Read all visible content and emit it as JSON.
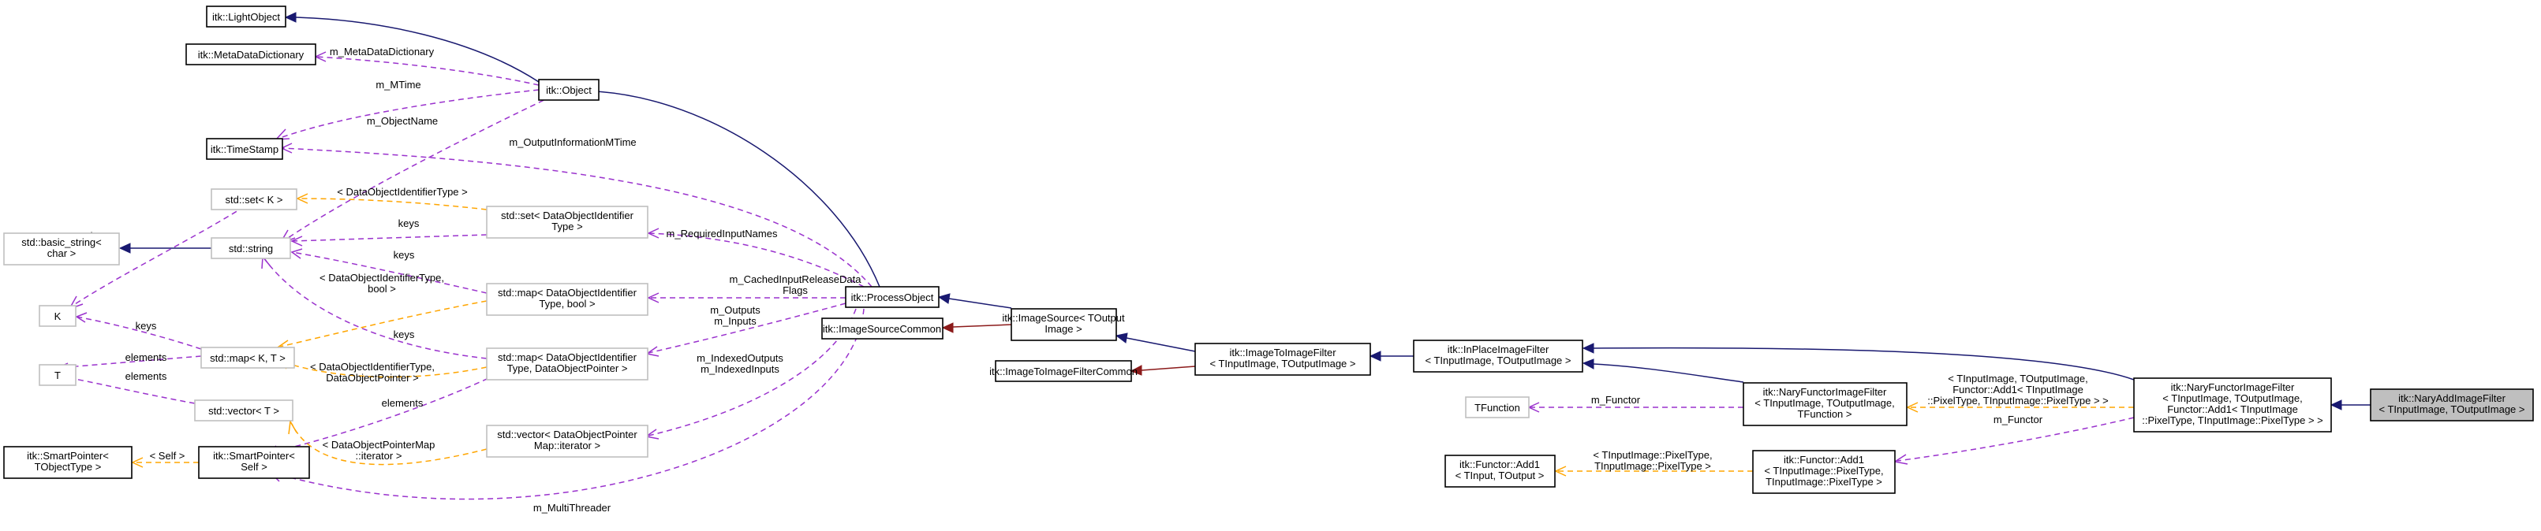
{
  "nodes": {
    "light_object": [
      "itk::LightObject"
    ],
    "metadata_dictionary": [
      "itk::MetaDataDictionary"
    ],
    "object": [
      "itk::Object"
    ],
    "time_stamp": [
      "itk::TimeStamp"
    ],
    "std_set_k": [
      "std::set< K >"
    ],
    "basic_string": [
      "std::basic_string<",
      "char >"
    ],
    "std_string": [
      "std::string"
    ],
    "k": [
      "K"
    ],
    "t": [
      "T"
    ],
    "std_map_kt": [
      "std::map< K, T >"
    ],
    "std_vector_t": [
      "std::vector< T >"
    ],
    "smart_pointer_tobject": [
      "itk::SmartPointer<",
      "TObjectType >"
    ],
    "smart_pointer_self": [
      "itk::SmartPointer<",
      "Self >"
    ],
    "std_set_dataobject": [
      "std::set< DataObjectIdentifier",
      "Type >"
    ],
    "std_map_bool": [
      "std::map< DataObjectIdentifier",
      "Type, bool >"
    ],
    "std_map_pointer": [
      "std::map< DataObjectIdentifier",
      "Type, DataObjectPointer >"
    ],
    "std_vector_iterator": [
      "std::vector< DataObjectPointer",
      "Map::iterator >"
    ],
    "process_object": [
      "itk::ProcessObject"
    ],
    "image_source_common": [
      "itk::ImageSourceCommon"
    ],
    "image_source": [
      "itk::ImageSource< TOutput",
      "Image >"
    ],
    "image_to_image_filter_common": [
      "itk::ImageToImageFilterCommon"
    ],
    "image_to_image_filter": [
      "itk::ImageToImageFilter",
      "< TInputImage, TOutputImage >"
    ],
    "inplace_image_filter": [
      "itk::InPlaceImageFilter",
      "< TInputImage, TOutputImage >"
    ],
    "tfunction": [
      "TFunction"
    ],
    "nary_functor_generic": [
      "itk::NaryFunctorImageFilter",
      "< TInputImage, TOutputImage,",
      "TFunction >"
    ],
    "functor_add1_generic": [
      "itk::Functor::Add1",
      "< TInput, TOutput >"
    ],
    "functor_add1_pixel": [
      "itk::Functor::Add1",
      "< TInputImage::PixelType,",
      "TInputImage::PixelType >"
    ],
    "nary_functor_add1": [
      "itk::NaryFunctorImageFilter",
      "< TInputImage, TOutputImage,",
      "Functor::Add1< TInputImage",
      "::PixelType, TInputImage::PixelType > >"
    ],
    "nary_add_image_filter": [
      "itk::NaryAddImageFilter",
      "< TInputImage, TOutputImage >"
    ]
  },
  "edge_labels": {
    "metadata_dictionary": [
      "m_MetaDataDictionary"
    ],
    "mtime": [
      "m_MTime"
    ],
    "object_name": [
      "m_ObjectName"
    ],
    "output_information_mtime": [
      "m_OutputInformationMTime"
    ],
    "tmpl_set": [
      "< DataObjectIdentifierType >"
    ],
    "keys_set": [
      "keys"
    ],
    "keys_map_bool": [
      "keys"
    ],
    "keys_map_pointer": [
      "keys"
    ],
    "keys_k": [
      "keys"
    ],
    "keys_map_kt": [
      "keys"
    ],
    "elements_map_kt": [
      "elements"
    ],
    "elements_vector": [
      "elements"
    ],
    "elements_smart": [
      "elements"
    ],
    "tmpl_map_bool": [
      "< DataObjectIdentifierType,",
      "bool >"
    ],
    "tmpl_map_pointer": [
      "< DataObjectIdentifierType,",
      "DataObjectPointer >"
    ],
    "tmpl_vector_iterator": [
      "< DataObjectPointerMap",
      "::iterator >"
    ],
    "tmpl_self": [
      "< Self >"
    ],
    "required_input_names": [
      "m_RequiredInputNames"
    ],
    "cached_input": [
      "m_CachedInputReleaseData",
      "Flags"
    ],
    "outputs_inputs": [
      "m_Outputs",
      "m_Inputs"
    ],
    "indexed": [
      "m_IndexedOutputs",
      "m_IndexedInputs"
    ],
    "multi_threader": [
      "m_MultiThreader"
    ],
    "functor_tfunction": [
      "m_Functor"
    ],
    "functor_add1": [
      "m_Functor"
    ],
    "tmpl_add1_pixel": [
      "< TInputImage::PixelType,",
      "TInputImage::PixelType >"
    ],
    "tmpl_nary": [
      "< TInputImage, TOutputImage,",
      "Functor::Add1< TInputImage",
      "::PixelType, TInputImage::PixelType > >"
    ]
  }
}
